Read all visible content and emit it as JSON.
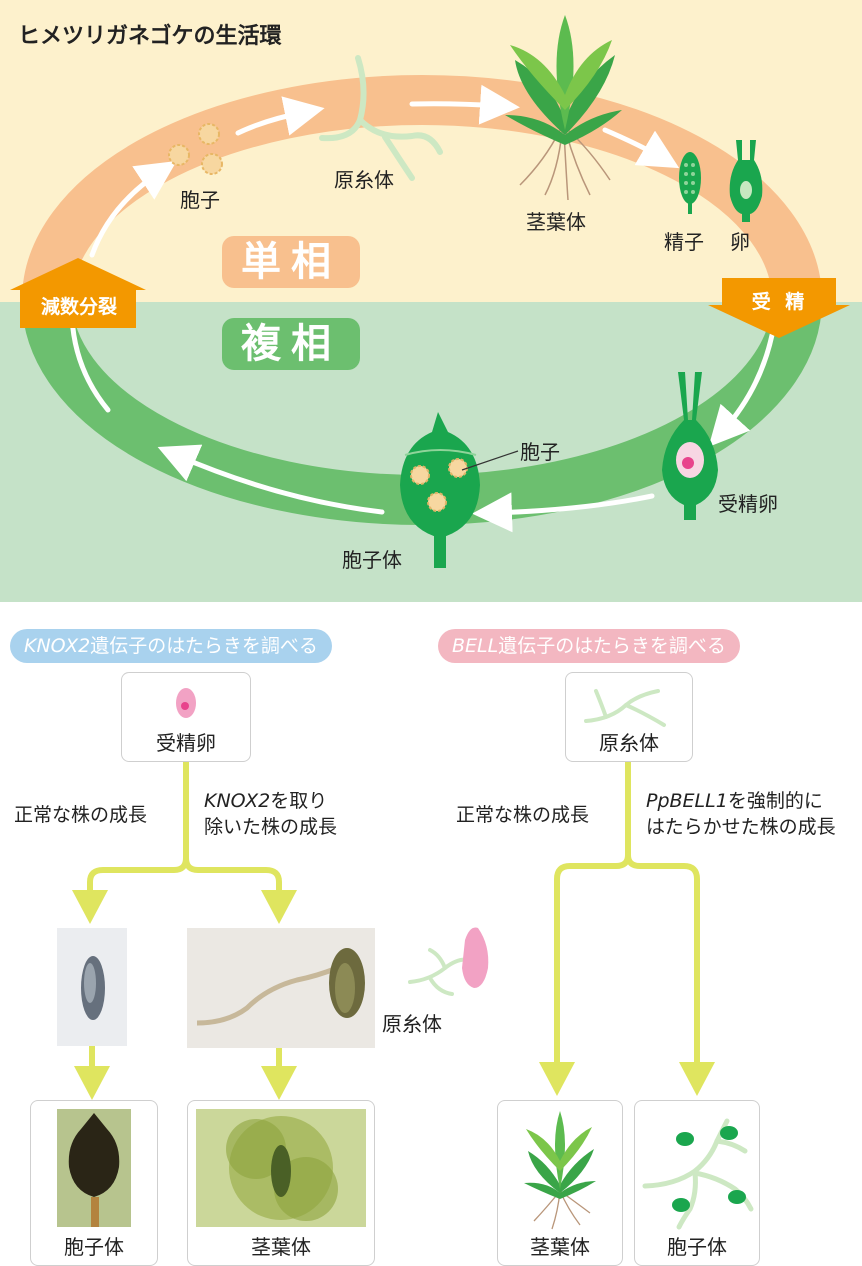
{
  "cycle": {
    "title": "ヒメツリガネゴケの生活環",
    "phase_haploid": "単相",
    "phase_diploid": "複相",
    "meiosis_label": "減数分裂",
    "fertilization_label": "受 精",
    "labels": {
      "spore": "胞子",
      "protonema": "原糸体",
      "gametophore": "茎葉体",
      "sperm": "精子",
      "egg": "卵",
      "zygote": "受精卵",
      "sporophyte": "胞子体",
      "spore_inside": "胞子"
    },
    "colors": {
      "haploid_ring": "#f8c08e",
      "diploid_ring": "#6cbf6f",
      "arrow_orange": "#f39800",
      "leaf_green": "#3aa548"
    }
  },
  "knox": {
    "heading": "KNOX2遺伝子のはたらきを調べる",
    "heading_italic": "KNOX2",
    "heading_rest": "遺伝子のはたらきを調べる",
    "start_label": "受精卵",
    "left_branch": "正常な株の成長",
    "right_branch_italic": "KNOX2",
    "right_branch_rest1": "を取り",
    "right_branch_line2": "除いた株の成長",
    "protonema_label": "原糸体",
    "result_left": "胞子体",
    "result_right": "茎葉体",
    "color": "#a9d2ee"
  },
  "bell": {
    "heading": "BELL遺伝子のはたらきを調べる",
    "heading_italic": "BELL",
    "heading_rest": "遺伝子のはたらきを調べる",
    "start_label": "原糸体",
    "left_branch": "正常な株の成長",
    "right_branch_italic": "PpBELL1",
    "right_branch_rest1": "を強制的に",
    "right_branch_line2": "はたらかせた株の成長",
    "result_left": "茎葉体",
    "result_right": "胞子体",
    "color": "#f3b7c1"
  },
  "flow_color": "#dfe55f"
}
